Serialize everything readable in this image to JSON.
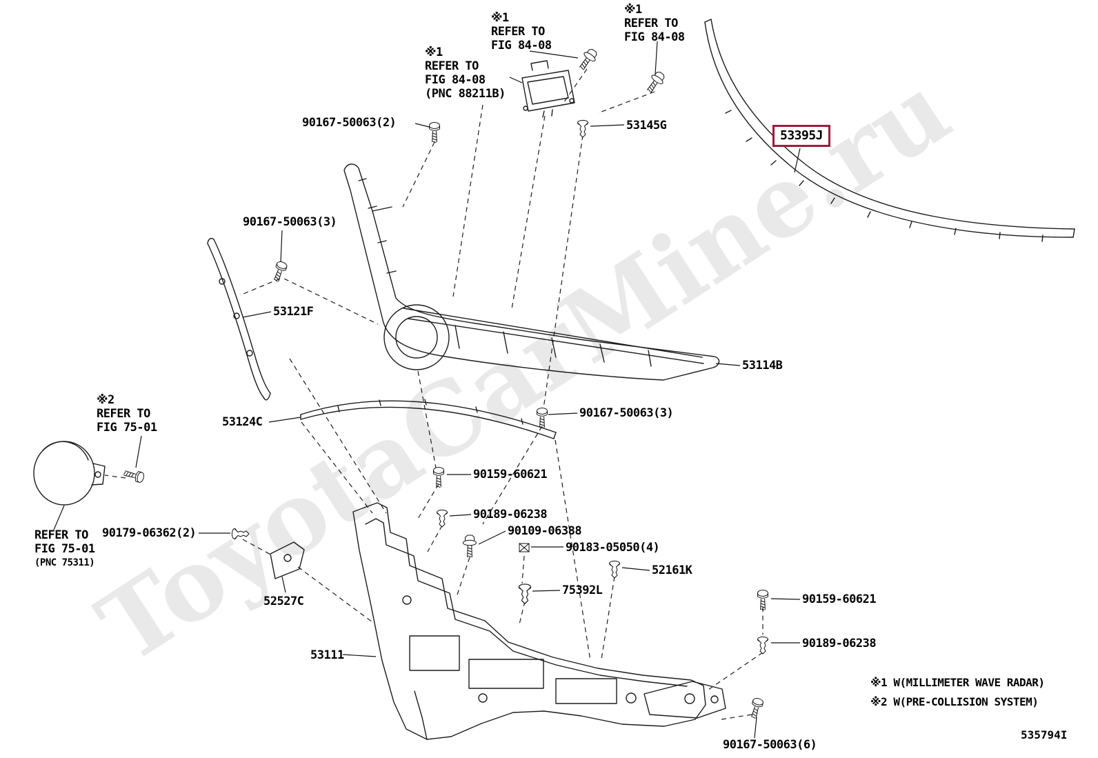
{
  "watermark": "ToyotaCarMine.ru",
  "diagram_code": "535794I",
  "highlighted_part": {
    "text": "53395J"
  },
  "colors": {
    "highlight_box": "#9e1b3c",
    "line_art": "#1a1a1a"
  },
  "part_labels": [
    {
      "text": "90167-50063(2)"
    },
    {
      "text": "53145G"
    },
    {
      "text": "90167-50063(3)"
    },
    {
      "text": "53121F"
    },
    {
      "text": "53114B"
    },
    {
      "text": "53124C"
    },
    {
      "text": "90167-50063(3)"
    },
    {
      "text": "90159-60621"
    },
    {
      "text": "90189-06238"
    },
    {
      "text": "90109-06388"
    },
    {
      "text": "90183-05050(4)"
    },
    {
      "text": "90179-06362(2)"
    },
    {
      "text": "52527C"
    },
    {
      "text": "75392L"
    },
    {
      "text": "52161K"
    },
    {
      "text": "53111"
    },
    {
      "text": "90159-60621"
    },
    {
      "text": "90189-06238"
    },
    {
      "text": "90167-50063(6)"
    }
  ],
  "ref_notes": [
    {
      "lines": [
        "※1",
        "REFER TO",
        "FIG 84-08"
      ]
    },
    {
      "lines": [
        "※1",
        "REFER TO",
        "FIG 84-08"
      ]
    },
    {
      "lines": [
        "※1",
        "REFER TO",
        "FIG 84-08",
        "(PNC 88211B)"
      ]
    },
    {
      "lines": [
        "※2",
        "REFER TO",
        "FIG 75-01"
      ]
    },
    {
      "lines": [
        "REFER TO",
        "FIG 75-01",
        "(PNC 75311)"
      ]
    }
  ],
  "footer_notes": [
    {
      "text": "※1 W(MILLIMETER WAVE RADAR)"
    },
    {
      "text": "※2 W(PRE-COLLISION SYSTEM)"
    }
  ]
}
